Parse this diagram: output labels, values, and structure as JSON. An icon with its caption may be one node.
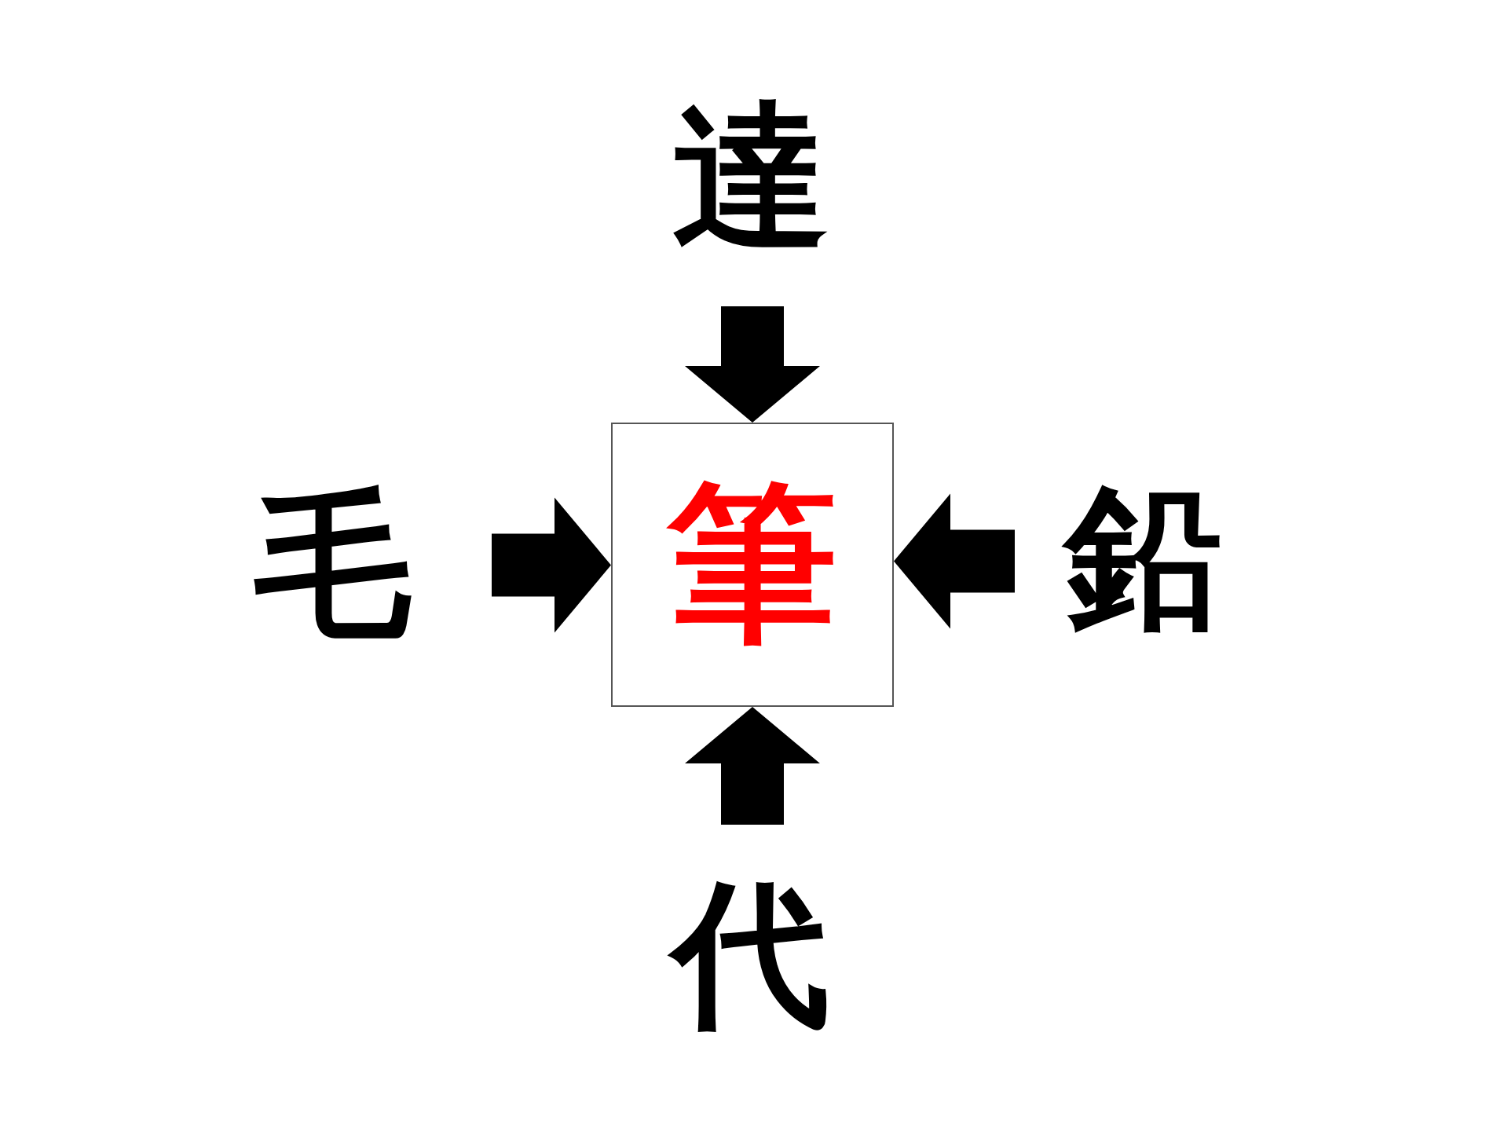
{
  "diagram": {
    "nodes": [
      {
        "text": [
          "筆"
        ]
      },
      {
        "text": [
          "達"
        ]
      },
      {
        "text": [
          "毛"
        ]
      },
      {
        "text": [
          "鉛"
        ]
      },
      {
        "text": [
          "代"
        ]
      }
    ],
    "edges": [
      {
        "from": 1,
        "to": 0,
        "arrow": "to"
      },
      {
        "from": 2,
        "to": 0,
        "arrow": "to"
      },
      {
        "from": 3,
        "to": 0,
        "arrow": "to"
      },
      {
        "from": 4,
        "to": 0,
        "arrow": "to"
      }
    ]
  }
}
